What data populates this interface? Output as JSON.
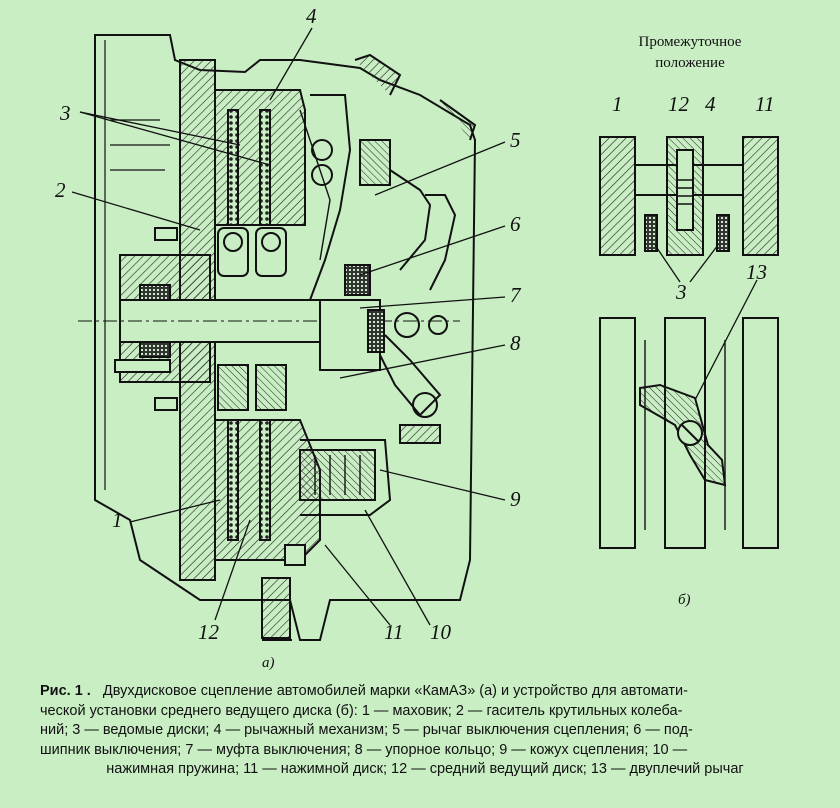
{
  "figure": {
    "main_view_label": "а)",
    "detail_view_label": "б)",
    "detail_title_line1": "Промежуточное",
    "detail_title_line2": "положение",
    "callouts": {
      "n1": "1",
      "n2": "2",
      "n3": "3",
      "n4": "4",
      "n5": "5",
      "n6": "6",
      "n7": "7",
      "n8": "8",
      "n9": "9",
      "n10": "10",
      "n11": "11",
      "n12": "12"
    },
    "detail_callouts": {
      "n1": "1",
      "n12": "12",
      "n4": "4",
      "n11": "11",
      "n3": "3",
      "n13": "13"
    }
  },
  "caption": {
    "fig_no": "Рис. 1 .",
    "line1_text": "Двухдисковое сцепление автомобилей марки «КамАЗ» (а)  и  устройство для автомати-",
    "line2_text": "ческой установки среднего ведущего диска (б): ",
    "line2_item1": "1 — маховик; ",
    "line2_item2": "2 — гаситель крутильных колеба-",
    "line3_text": "ний; 3 — ведомые диски; 4 — рычажный механизм; 5 — рычаг выключения сцепления; 6 — под-",
    "line4_text": "шипник выключения; 7 — муфта выключения; 8 — упорное кольцо; 9 — кожух сцепления; 10 —",
    "line5_text": "нажимная пружина; 11 — нажимной диск; 12 — средний ведущий диск; 13 — двуплечий рычаг"
  }
}
